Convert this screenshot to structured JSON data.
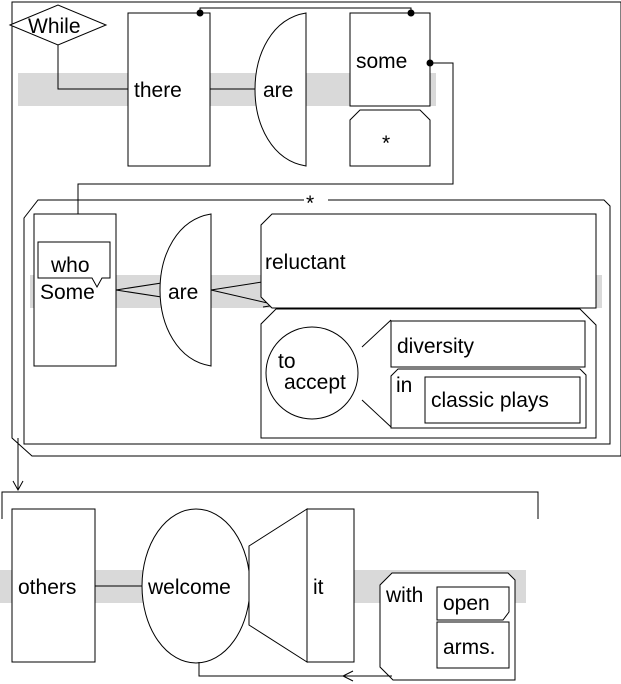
{
  "clause_1": {
    "subordinator": "While",
    "subject": "there",
    "verb": "are",
    "object": "some",
    "object_modifier": "*"
  },
  "clause_2": {
    "connector": "*",
    "subject_relative": "who",
    "subject": "Some",
    "verb": "are",
    "complement": "reluctant",
    "infinitive_to": "to",
    "infinitive_verb": "accept",
    "infinitive_object": "diversity",
    "preposition": "in",
    "prep_object": "classic plays"
  },
  "clause_3": {
    "subject": "others",
    "verb": "welcome",
    "object": "it",
    "preposition": "with",
    "prep_modifier": "open",
    "prep_object": "arms."
  }
}
